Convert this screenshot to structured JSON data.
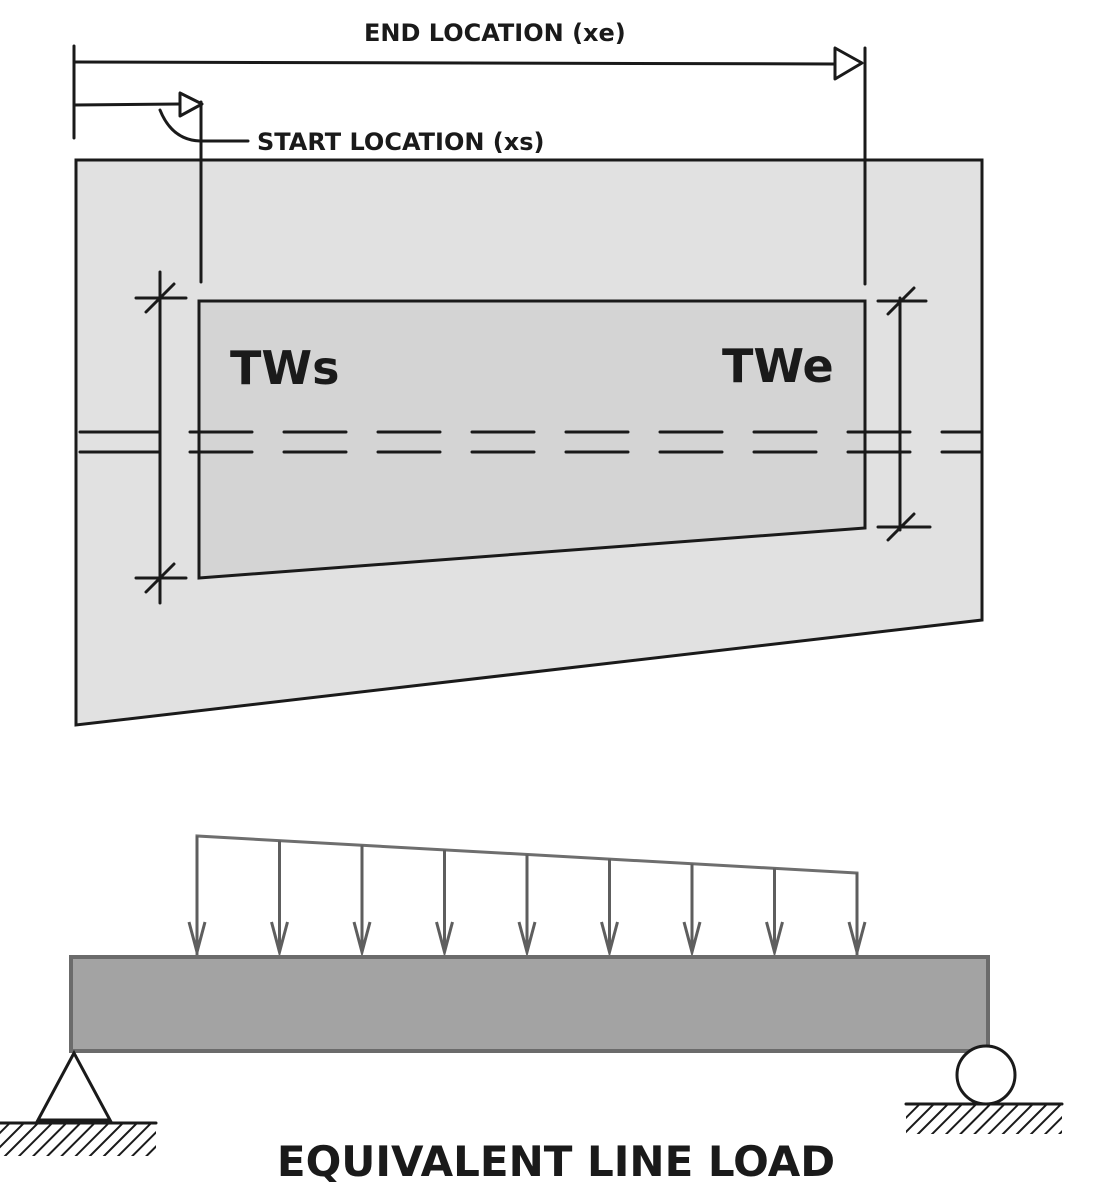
{
  "labels": {
    "end_location": "END LOCATION (xe)",
    "start_location": "START LOCATION (xs)",
    "tw_start": "TWs",
    "tw_end": "TWe",
    "caption": "EQUIVALENT LINE LOAD"
  },
  "load": {
    "arrow_count": 9,
    "profile": "linearly decreasing from start to end"
  },
  "supports": {
    "left": "pin",
    "right": "roller"
  },
  "colors": {
    "slab_fill": "#e1e1e1",
    "load_area_fill": "#d4d4d4",
    "beam_fill": "#a3a3a3",
    "line": "#1a1a1a"
  }
}
